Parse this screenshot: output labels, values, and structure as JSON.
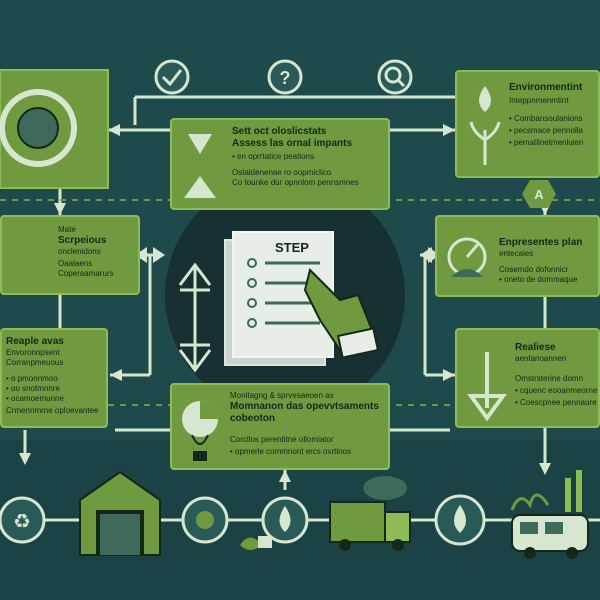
{
  "center": {
    "step_label": "STEP"
  },
  "boxes": {
    "assess": {
      "heading": "Sett oct oloslicstats",
      "title": "Assess las ornal impants",
      "lines": [
        "• en oprrtatice peations",
        "Ostaldenenae ro oopmiclico",
        "Co tounke dur opnnlom pennsmnes"
      ]
    },
    "environmental": {
      "title": "Environmentint",
      "lines": [
        "Inteppnmenmtint",
        "• Combansoulanions",
        "• pecsmace pennolla",
        "• pematlinetmenluien"
      ]
    },
    "structure": {
      "title": "Scrpeious",
      "title_prefix": "Mate",
      "lines": [
        "onclenidons",
        "Oaalaens",
        "Coperaamarurs"
      ]
    },
    "empresentes": {
      "title": "Enpresentes plan",
      "lines": [
        "entecaies",
        "Cosemdo dofonnicr",
        "• oneto de dommaque"
      ]
    },
    "environment_left": {
      "title": "Reaple avas",
      "lines": [
        "Envoronnpsent",
        "Corranpmeuous",
        "• o pmonnmoo",
        "• oo snotmnnre",
        "• ocamoemunne",
        "Crmennmrne oploevantee"
      ]
    },
    "realiese": {
      "title": "Realiese",
      "lines": [
        "aentanoannen",
        "Omstrsterine domn",
        "• cquenc eooanmeorne",
        "• Coescpnee pennaure"
      ]
    },
    "monitoring": {
      "title": "Monitagng & sprvesaeoen as",
      "heading": "Momnanon das opevvtsaments",
      "sub": "cobeoton",
      "lines": [
        "Corcilos perentitne ollomiator",
        "• opmerle commnont ercs oxrtinos"
      ]
    }
  },
  "badge_letter": "A",
  "colors": {
    "background": "#1f4a4c",
    "box_fill": "#6f9a3f",
    "box_border": "#8dbb55",
    "line": "#d6e6cf",
    "dark": "#14281a"
  }
}
